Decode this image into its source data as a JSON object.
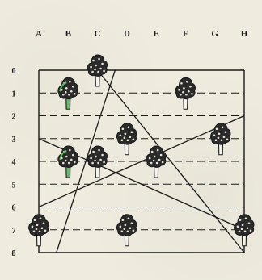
{
  "grid": {
    "columns": [
      "A",
      "B",
      "C",
      "D",
      "E",
      "F",
      "G",
      "H"
    ],
    "rows": [
      "0",
      "1",
      "2",
      "3",
      "4",
      "5",
      "6",
      "7",
      "8"
    ]
  },
  "colors": {
    "ink": "#1a1a1a",
    "foliage_dark": "#2a2a2a",
    "foliage_light": "#e9e6d8",
    "highlight_green": "#5fbf5f"
  },
  "trees": [
    {
      "col": 2.0,
      "row": 0.0,
      "accent": "none"
    },
    {
      "col": 1.0,
      "row": 1.0,
      "accent": "green"
    },
    {
      "col": 5.0,
      "row": 1.0,
      "accent": "none"
    },
    {
      "col": 3.0,
      "row": 3.0,
      "accent": "none"
    },
    {
      "col": 6.2,
      "row": 3.0,
      "accent": "none"
    },
    {
      "col": 1.0,
      "row": 4.0,
      "accent": "green"
    },
    {
      "col": 2.0,
      "row": 4.0,
      "accent": "none"
    },
    {
      "col": 4.0,
      "row": 4.0,
      "accent": "none"
    },
    {
      "col": 0.0,
      "row": 7.0,
      "accent": "none"
    },
    {
      "col": 3.0,
      "row": 7.0,
      "accent": "none"
    },
    {
      "col": 7.0,
      "row": 7.0,
      "accent": "none"
    }
  ],
  "lines": [
    {
      "from": {
        "col": 2.0,
        "row": 0.0
      },
      "to": {
        "col": 7.0,
        "row": 8.0
      }
    },
    {
      "from": {
        "col": 2.6,
        "row": 0.0
      },
      "to": {
        "col": 0.6,
        "row": 8.0
      }
    },
    {
      "from": {
        "col": 0.0,
        "row": 3.0
      },
      "to": {
        "col": 7.0,
        "row": 7.0
      }
    },
    {
      "from": {
        "col": 0.0,
        "row": 6.0
      },
      "to": {
        "col": 7.0,
        "row": 2.0
      }
    }
  ]
}
